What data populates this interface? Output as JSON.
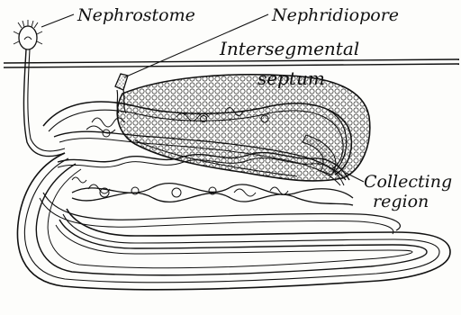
{
  "labels": {
    "nephrostome": "Nephrostome",
    "nephridiopore": "Nephridiopore",
    "intersegmental": "Intersegmental",
    "septum": "septum",
    "collecting_line1": "Collecting",
    "collecting_line2": "region"
  },
  "colors": {
    "ink": "#111111",
    "paper": "#fdfdfb"
  }
}
